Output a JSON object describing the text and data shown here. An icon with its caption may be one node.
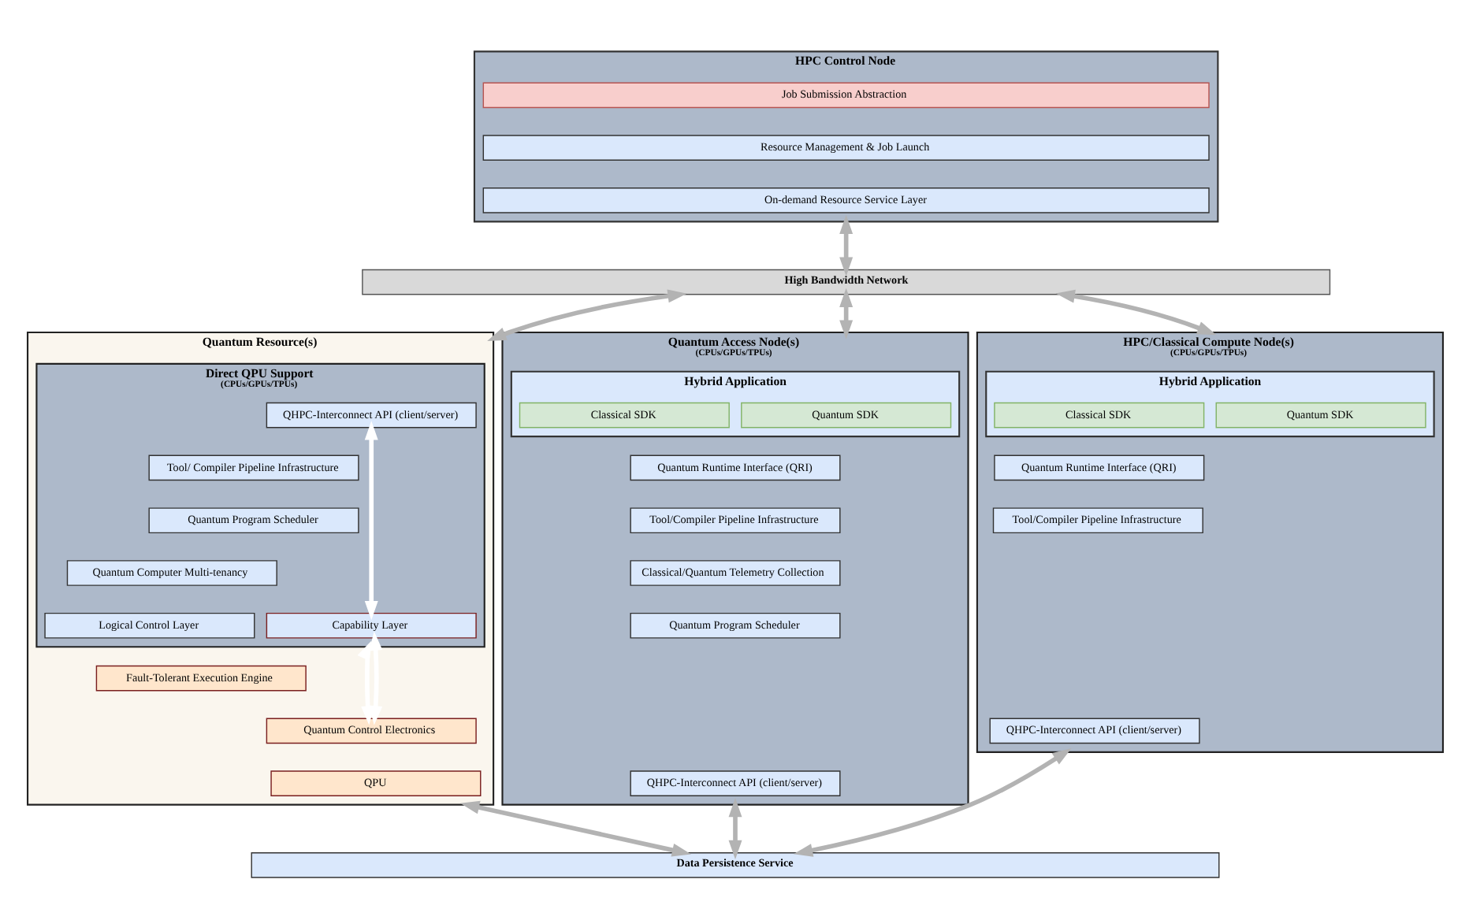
{
  "diagram": {
    "nodes": [
      {
        "text": [
          "HPC Control Node"
        ]
      },
      {
        "text": [
          "Job Submission Abstraction"
        ],
        "in": 0
      },
      {
        "text": [
          "Resource Management & Job Launch"
        ],
        "in": 0
      },
      {
        "text": [
          "On-demand Resource Service Layer"
        ],
        "in": 0
      },
      {
        "text": [
          "High Bandwidth Network"
        ]
      },
      {
        "text": [
          "Quantum Resource(s)"
        ]
      },
      {
        "text": [
          "Direct QPU Support",
          "(CPUs/GPUs/TPUs)"
        ],
        "in": 5
      },
      {
        "text": [
          "QHPC-Interconnect API (client/server)"
        ],
        "in": 6
      },
      {
        "text": [
          "Tool/ Compiler Pipeline Infrastructure"
        ],
        "in": 6
      },
      {
        "text": [
          "Quantum Program Scheduler"
        ],
        "in": 6
      },
      {
        "text": [
          "Quantum Computer Multi-tenancy"
        ],
        "in": 6
      },
      {
        "text": [
          "Logical Control Layer"
        ],
        "in": 6
      },
      {
        "text": [
          "Capability Layer"
        ],
        "in": 6
      },
      {
        "text": [
          "Fault-Tolerant Execution Engine"
        ],
        "in": 5
      },
      {
        "text": [
          "Quantum Control Electronics"
        ],
        "in": 5
      },
      {
        "text": [
          "QPU"
        ],
        "in": 5
      },
      {
        "text": [
          "Quantum Access Node(s)",
          "(CPUs/GPUs/TPUs)"
        ]
      },
      {
        "text": [
          "Hybrid Application"
        ],
        "in": 16
      },
      {
        "text": [
          "Quantum SDK"
        ],
        "in": 17
      },
      {
        "text": [
          "Classical SDK"
        ],
        "in": 17
      },
      {
        "text": [
          "Quantum Runtime Interface (QRI)"
        ],
        "in": 16
      },
      {
        "text": [
          "Tool/Compiler Pipeline Infrastructure"
        ],
        "in": 16
      },
      {
        "text": [
          "Classical/Quantum Telemetry Collection"
        ],
        "in": 16
      },
      {
        "text": [
          "Quantum Program Scheduler"
        ],
        "in": 16
      },
      {
        "text": [
          "QHPC-Interconnect API (client/server)"
        ],
        "in": 16
      },
      {
        "text": [
          "HPC/Classical Compute Node(s)",
          "(CPUs/GPUs/TPUs)"
        ]
      },
      {
        "text": [
          "Hybrid Application"
        ],
        "in": 25
      },
      {
        "text": [
          "Quantum SDK"
        ],
        "in": 26
      },
      {
        "text": [
          "Classical SDK"
        ],
        "in": 26
      },
      {
        "text": [
          "Quantum Runtime Interface (QRI)"
        ],
        "in": 25
      },
      {
        "text": [
          "Tool/Compiler Pipeline Infrastructure"
        ],
        "in": 25
      },
      {
        "text": [
          "QHPC-Interconnect API (client/server)"
        ],
        "in": 25
      },
      {
        "text": [
          "Data Persistence Service"
        ]
      }
    ],
    "edges": [
      {
        "from": 0,
        "to": 4,
        "arrow": "both"
      },
      {
        "from": 4,
        "to": 5,
        "arrow": "both"
      },
      {
        "from": 4,
        "to": 16,
        "arrow": "both"
      },
      {
        "from": 4,
        "to": 25,
        "arrow": "both"
      },
      {
        "from": 7,
        "to": 12,
        "arrow": "both",
        "color": "#ffffff"
      },
      {
        "from": 6,
        "to": 14,
        "arrow": "both",
        "color": "#ffffff"
      },
      {
        "from": 12,
        "to": 14,
        "arrow": "both",
        "color": "#ffffff"
      },
      {
        "from": 5,
        "to": 32,
        "arrow": "both"
      },
      {
        "from": 16,
        "to": 32,
        "arrow": "both"
      },
      {
        "from": 25,
        "to": 32,
        "arrow": "both"
      }
    ]
  }
}
